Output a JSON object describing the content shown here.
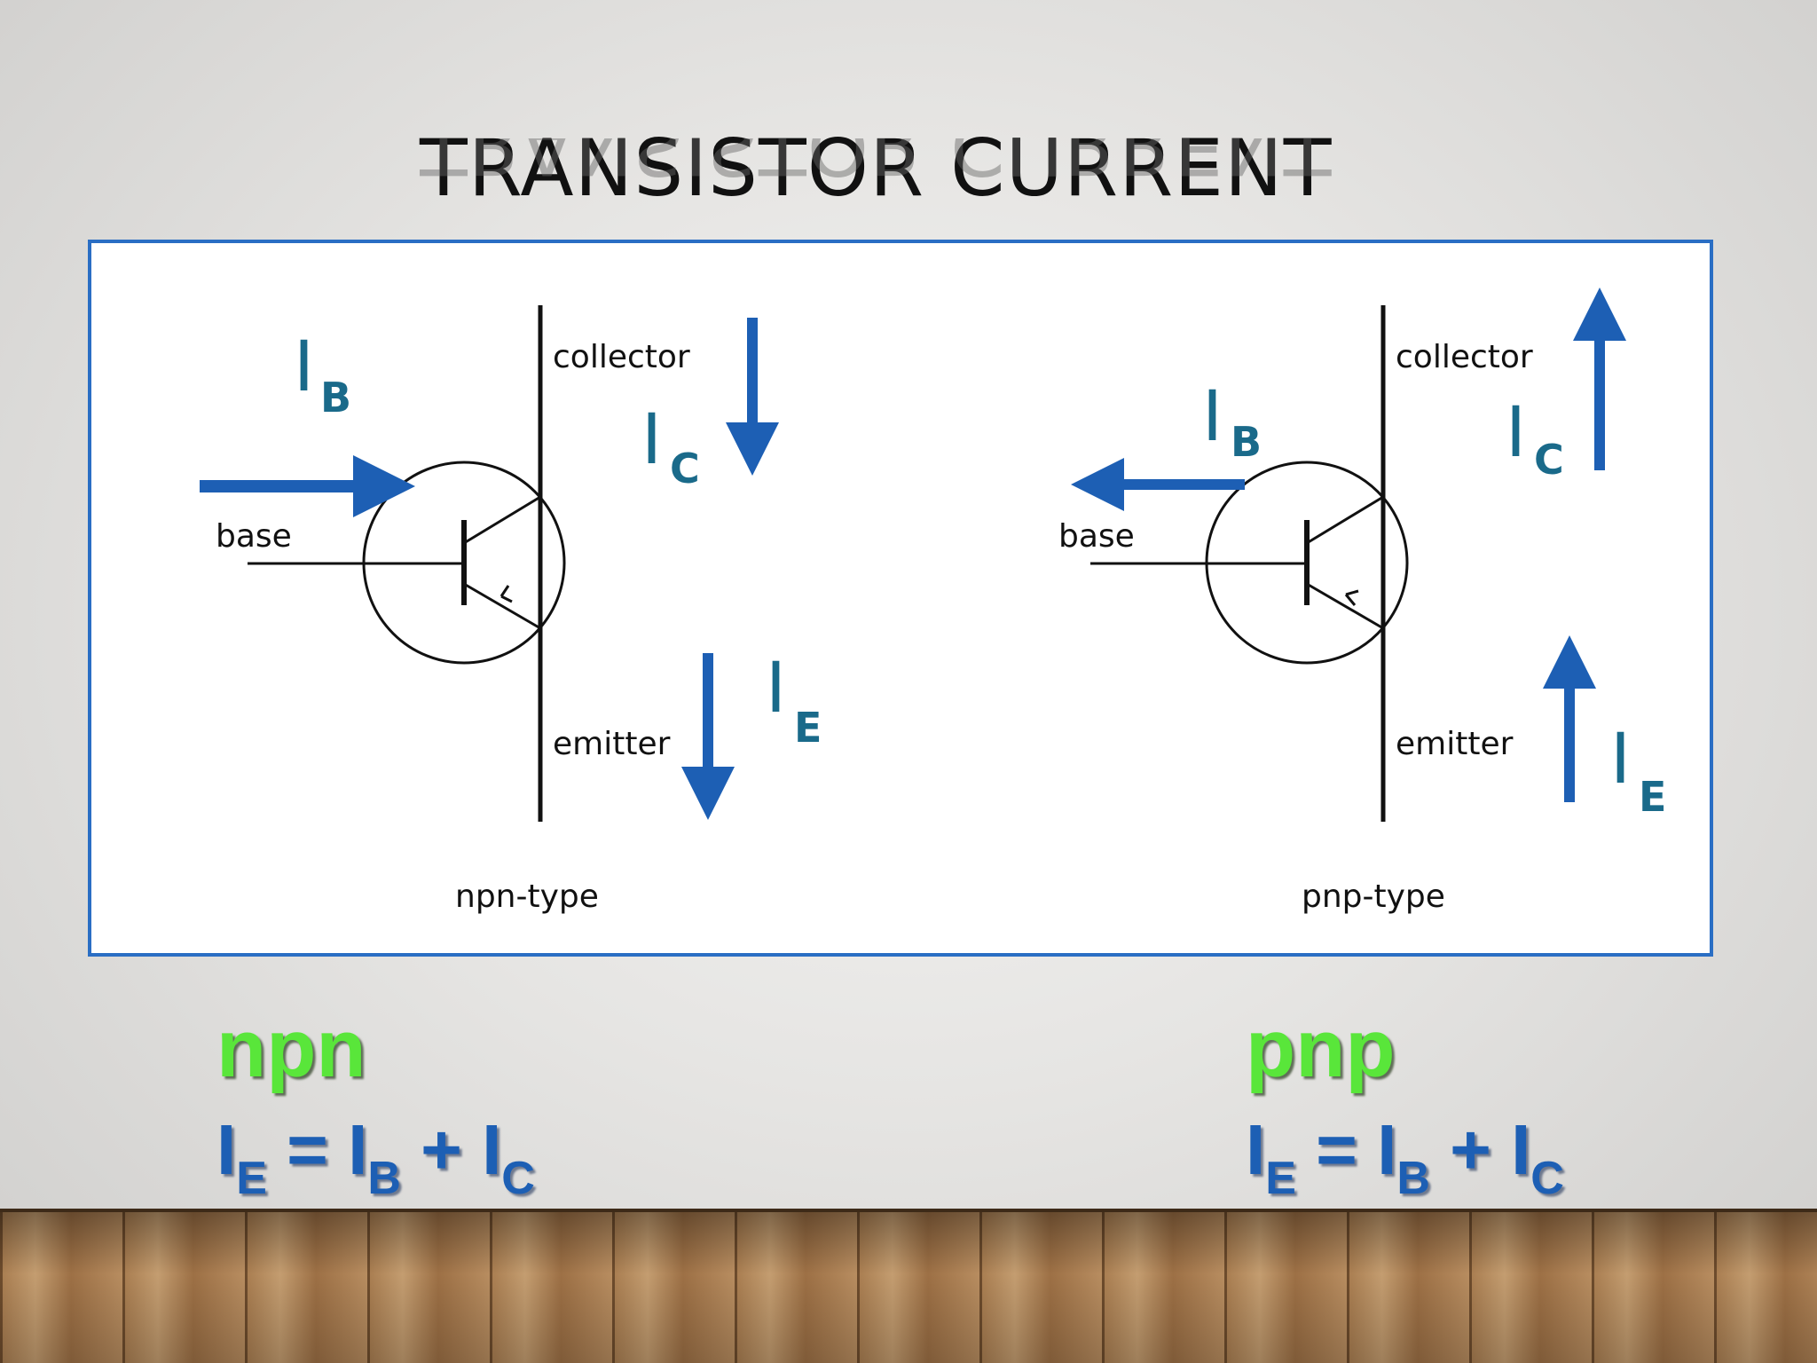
{
  "slide": {
    "title": "TRANSISTOR CURRENT"
  },
  "colors": {
    "accent": "#1d5fb4",
    "frame": "#2a6ec4",
    "label_green": "#59e63a",
    "current_label": "#1a6a8a"
  },
  "diagram": {
    "npn": {
      "caption": "npn-type",
      "base": "base",
      "collector": "collector",
      "emitter": "emitter",
      "current_base": "I",
      "current_base_sub": "B",
      "current_collector": "I",
      "current_collector_sub": "C",
      "current_emitter": "I",
      "current_emitter_sub": "E"
    },
    "pnp": {
      "caption": "pnp-type",
      "base": "base",
      "collector": "collector",
      "emitter": "emitter",
      "current_base": "I",
      "current_base_sub": "B",
      "current_collector": "I",
      "current_collector_sub": "C",
      "current_emitter": "I",
      "current_emitter_sub": "E"
    }
  },
  "equations": {
    "npn": {
      "label": "npn",
      "ie": "I",
      "ie_sub": "E",
      "eq": " = ",
      "ib": "I",
      "ib_sub": "B",
      "plus": " + ",
      "ic": "I",
      "ic_sub": "C"
    },
    "pnp": {
      "label": "pnp",
      "ie": "I",
      "ie_sub": "E",
      "eq": " = ",
      "ib": "I",
      "ib_sub": "B",
      "plus": " + ",
      "ic": "I",
      "ic_sub": "C"
    }
  }
}
